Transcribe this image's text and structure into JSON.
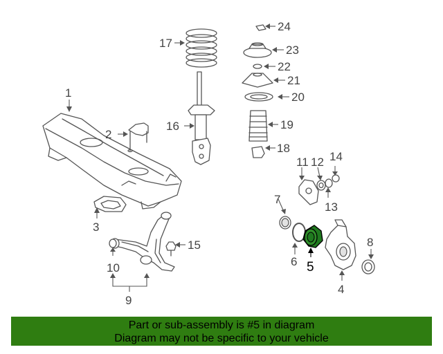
{
  "callouts": {
    "c1": "1",
    "c2": "2",
    "c3": "3",
    "c4": "4",
    "c5": "5",
    "c6": "6",
    "c7": "7",
    "c8": "8",
    "c9": "9",
    "c10": "10",
    "c11": "11",
    "c12": "12",
    "c13": "13",
    "c14": "14",
    "c15": "15",
    "c16": "16",
    "c17": "17",
    "c18": "18",
    "c19": "19",
    "c20": "20",
    "c21": "21",
    "c22": "22",
    "c23": "23",
    "c24": "24"
  },
  "highlight": {
    "part": "5",
    "color": "#1f7a1f"
  },
  "banner": {
    "line1": "Part or sub-assembly is #5 in diagram",
    "line2": "Diagram may not be specific to your vehicle",
    "background": "#2f7d11"
  }
}
